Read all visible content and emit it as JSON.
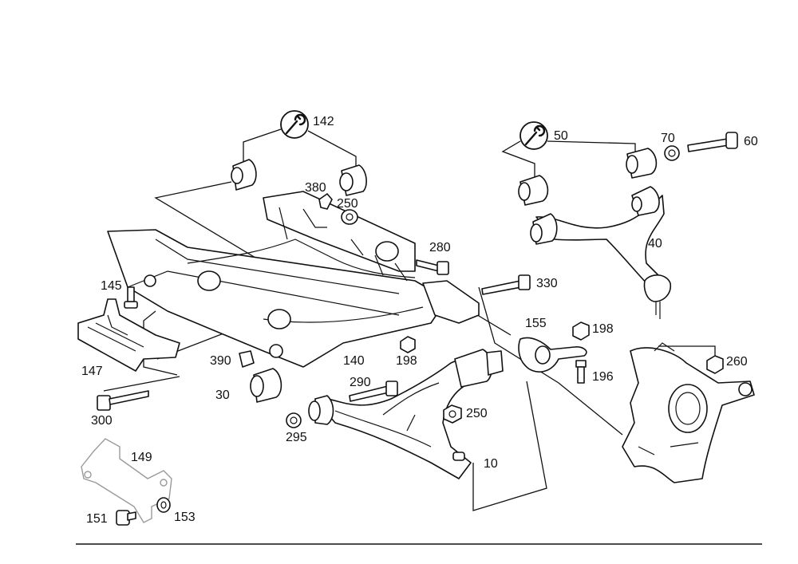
{
  "parts": [
    {
      "id": "p142",
      "label": "142"
    },
    {
      "id": "p50",
      "label": "50"
    },
    {
      "id": "p70",
      "label": "70"
    },
    {
      "id": "p60",
      "label": "60"
    },
    {
      "id": "p380",
      "label": "380"
    },
    {
      "id": "p250a",
      "label": "250"
    },
    {
      "id": "p280",
      "label": "280"
    },
    {
      "id": "p330",
      "label": "330"
    },
    {
      "id": "p40",
      "label": "40"
    },
    {
      "id": "p145",
      "label": "145"
    },
    {
      "id": "p155",
      "label": "155"
    },
    {
      "id": "p198a",
      "label": "198"
    },
    {
      "id": "p147",
      "label": "147"
    },
    {
      "id": "p390",
      "label": "390"
    },
    {
      "id": "p140",
      "label": "140"
    },
    {
      "id": "p198b",
      "label": "198"
    },
    {
      "id": "p196",
      "label": "196"
    },
    {
      "id": "p260",
      "label": "260"
    },
    {
      "id": "p290",
      "label": "290"
    },
    {
      "id": "p30",
      "label": "30"
    },
    {
      "id": "p250b",
      "label": "250"
    },
    {
      "id": "p300",
      "label": "300"
    },
    {
      "id": "p295",
      "label": "295"
    },
    {
      "id": "p149",
      "label": "149"
    },
    {
      "id": "p10",
      "label": "10"
    },
    {
      "id": "p151",
      "label": "151"
    },
    {
      "id": "p153",
      "label": "153"
    }
  ],
  "icons": {
    "tool": "wrench-circle-icon"
  },
  "colors": {
    "line": "#111111",
    "faint": "#9a9a9a"
  }
}
